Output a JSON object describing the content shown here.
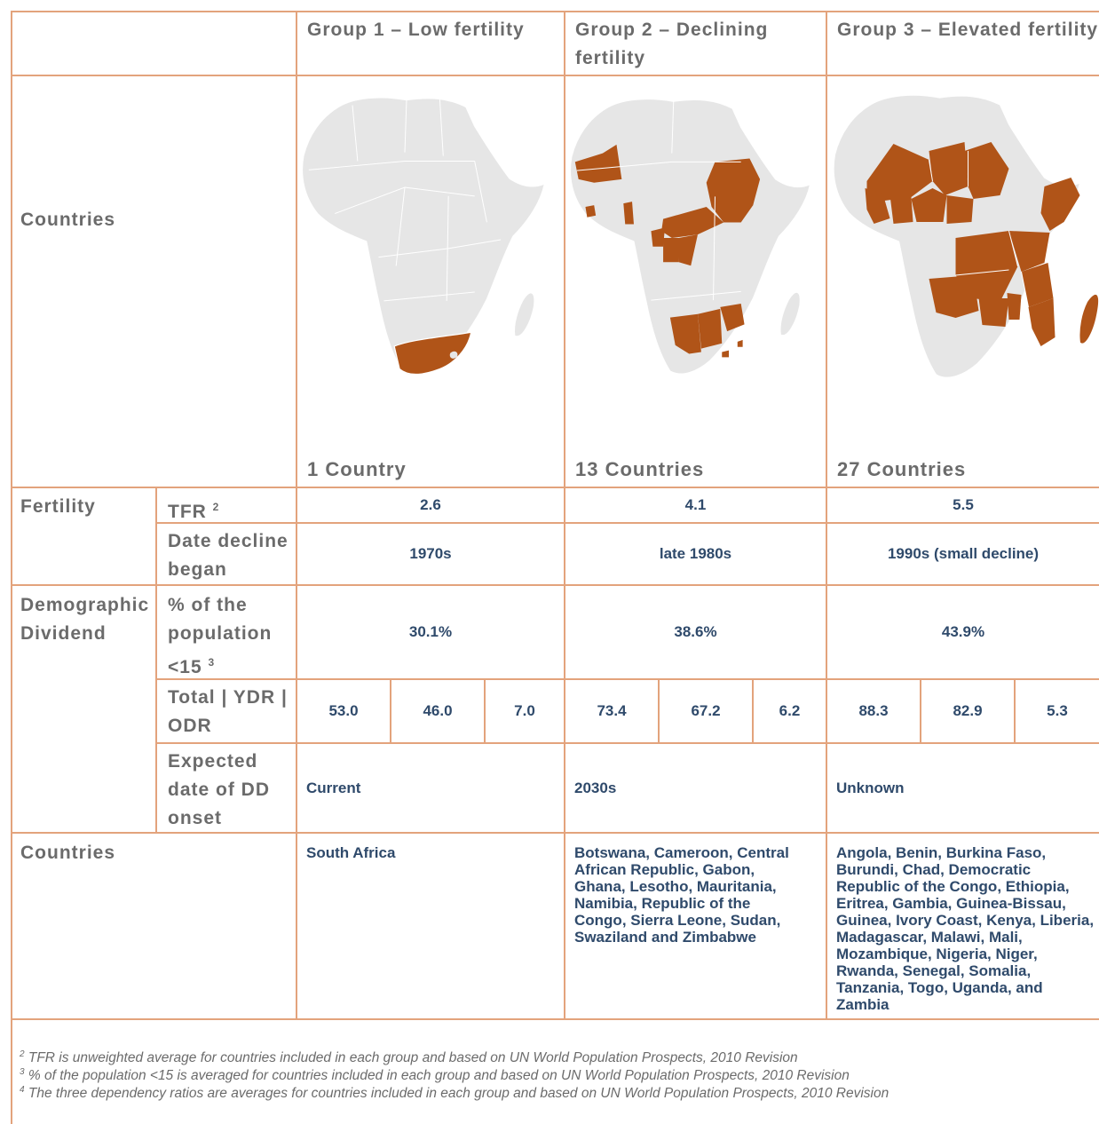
{
  "header": {
    "group1": "Group 1 – Low fertility",
    "group2_line1": "Group 2 – Declining",
    "group2_line2": "fertility",
    "group3": "Group 3 – Elevated fertility"
  },
  "row_labels": {
    "countries_map": "Countries",
    "fertility": "Fertility",
    "tfr": "TFR",
    "tfr_sup": "2",
    "date_decline_line1": "Date decline",
    "date_decline_line2": "began",
    "demographic_line1": "Demographic",
    "demographic_line2": "Dividend",
    "pct_line1": "% of the",
    "pct_line2": "population",
    "pct_line3": "<15",
    "pct_sup": "3",
    "ratios_line1": "Total | YDR |",
    "ratios_line2": "ODR",
    "dd_onset_line1": "Expected",
    "dd_onset_line2": "date of DD",
    "dd_onset_line3": "onset",
    "countries_list": "Countries"
  },
  "groups": [
    {
      "count_label": "1 Country",
      "tfr": "2.6",
      "decline_began": "1970s",
      "pct_under_15": "30.1%",
      "total": "53.0",
      "ydr": "46.0",
      "odr": "7.0",
      "dd_onset": "Current",
      "countries": "South Africa"
    },
    {
      "count_label": "13 Countries",
      "tfr": "4.1",
      "decline_began": "late 1980s",
      "pct_under_15": "38.6%",
      "total": "73.4",
      "ydr": "67.2",
      "odr": "6.2",
      "dd_onset": "2030s",
      "countries": "Botswana, Cameroon, Central African Republic, Gabon, Ghana, Lesotho, Mauritania, Namibia, Republic of the Congo, Sierra Leone, Sudan, Swaziland and Zimbabwe"
    },
    {
      "count_label": "27 Countries",
      "tfr": "5.5",
      "decline_began": "1990s (small decline)",
      "pct_under_15": "43.9%",
      "total": "88.3",
      "ydr": "82.9",
      "odr": "5.3",
      "dd_onset": "Unknown",
      "countries": "Angola, Benin, Burkina Faso, Burundi, Chad, Democratic Republic of the Congo, Ethiopia, Eritrea, Gambia, Guinea-Bissau, Guinea, Ivory Coast, Kenya, Liberia, Madagascar, Malawi, Mali, Mozambique, Nigeria, Niger, Rwanda, Senegal, Somalia, Tanzania, Togo, Uganda, and Zambia"
    }
  ],
  "footnotes": [
    {
      "num": "2",
      "text": " TFR is unweighted average for countries included in each group and based on UN World Population Prospects, 2010 Revision"
    },
    {
      "num": "3",
      "text": " % of the population <15 is averaged for countries included in each group and based on UN World Population Prospects, 2010 Revision"
    },
    {
      "num": "4",
      "text": " The three dependency ratios are averages for countries included in each group and based on UN World Population Prospects, 2010 Revision"
    }
  ],
  "colors": {
    "border": "#e3a37c",
    "highlight": "#b05418",
    "land": "#e6e6e6",
    "label_text": "#6b6b6b",
    "value_text": "#2f4a6b"
  },
  "icons": [
    "africa-map-group1",
    "africa-map-group2",
    "africa-map-group3"
  ]
}
